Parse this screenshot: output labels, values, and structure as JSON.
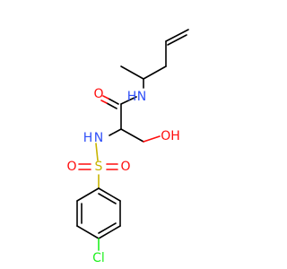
{
  "molecule": {
    "atoms": {
      "amide_O": "O",
      "amide_N": "N",
      "amide_H": "H",
      "sulfonamide_N": "N",
      "sulfonamide_H": "H",
      "hydroxyl_OH": "OH",
      "sulfur": "S",
      "sulfonyl_O_left": "O",
      "sulfonyl_O_right": "O",
      "chlorine": "Cl"
    },
    "colors": {
      "carbon_bond": "#000000",
      "oxygen": "#ff0d0d",
      "nitrogen": "#3050f8",
      "sulfur": "#c8b400",
      "chlorine": "#1ff01f"
    }
  }
}
